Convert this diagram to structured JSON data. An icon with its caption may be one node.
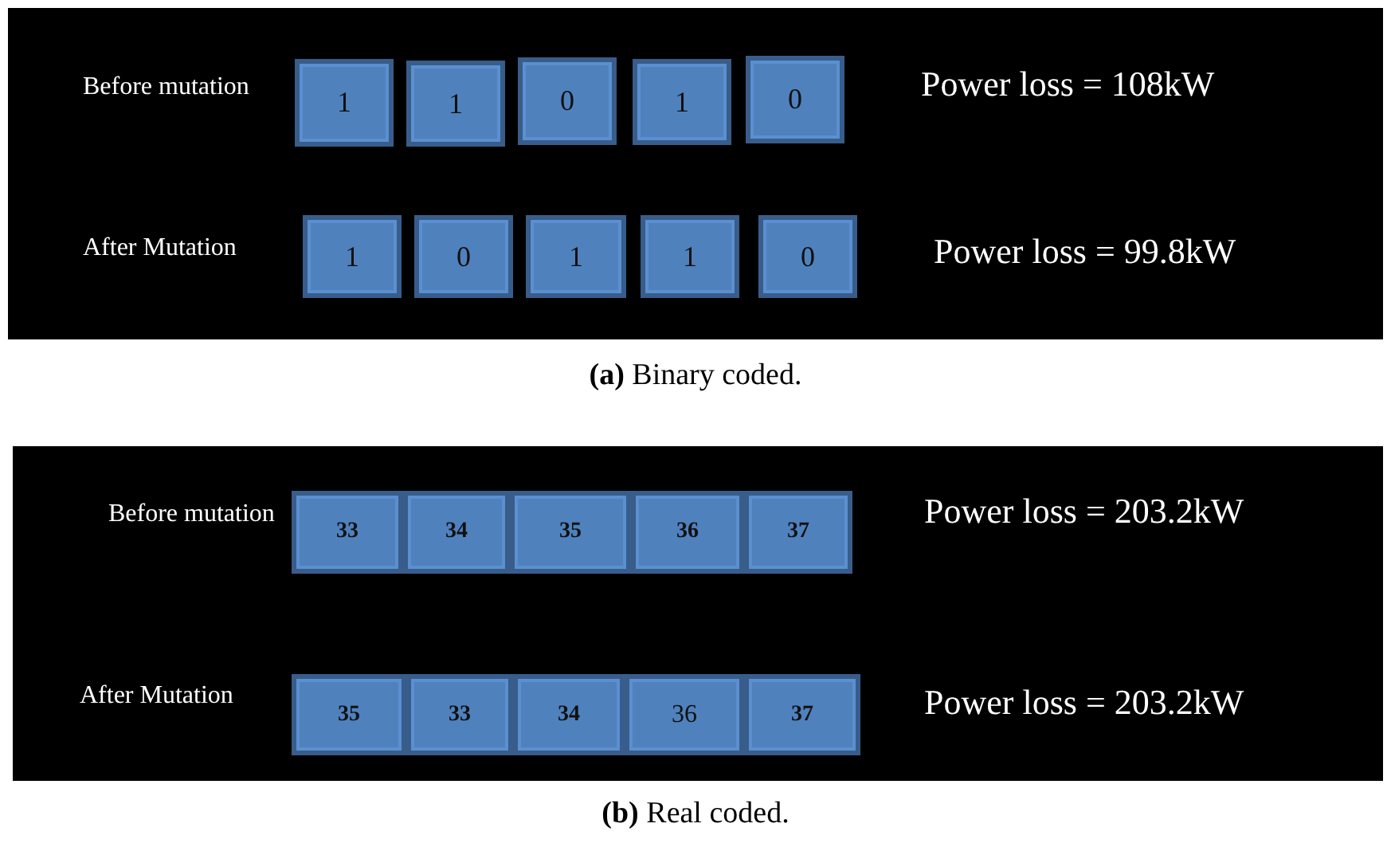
{
  "diagram": {
    "nodes": [
      {
        "text": [
          "1"
        ]
      },
      {
        "text": [
          "1"
        ]
      },
      {
        "text": [
          "0"
        ]
      },
      {
        "text": [
          "1"
        ]
      },
      {
        "text": [
          "0"
        ]
      },
      {
        "text": [
          "1"
        ]
      },
      {
        "text": [
          "0"
        ]
      },
      {
        "text": [
          "1"
        ]
      },
      {
        "text": [
          "1"
        ]
      },
      {
        "text": [
          "0"
        ]
      },
      {
        "text": [
          "33"
        ]
      },
      {
        "text": [
          "34"
        ]
      },
      {
        "text": [
          "35"
        ]
      },
      {
        "text": [
          "36"
        ]
      },
      {
        "text": [
          "37"
        ]
      },
      {
        "text": [
          "35"
        ]
      },
      {
        "text": [
          "33"
        ]
      },
      {
        "text": [
          "34"
        ]
      },
      {
        "text": [
          "36"
        ]
      },
      {
        "text": [
          "37"
        ]
      }
    ],
    "edges": [],
    "labels": [
      "Before mutation",
      "Power loss = 108kW",
      "After Mutation",
      "Power loss = 99.8kW",
      "**(a)** Binary coded.",
      "Before mutation",
      "Power loss = 203.2kW",
      "After Mutation",
      "Power loss = 203.2kW",
      "**(b)** Real coded."
    ]
  }
}
